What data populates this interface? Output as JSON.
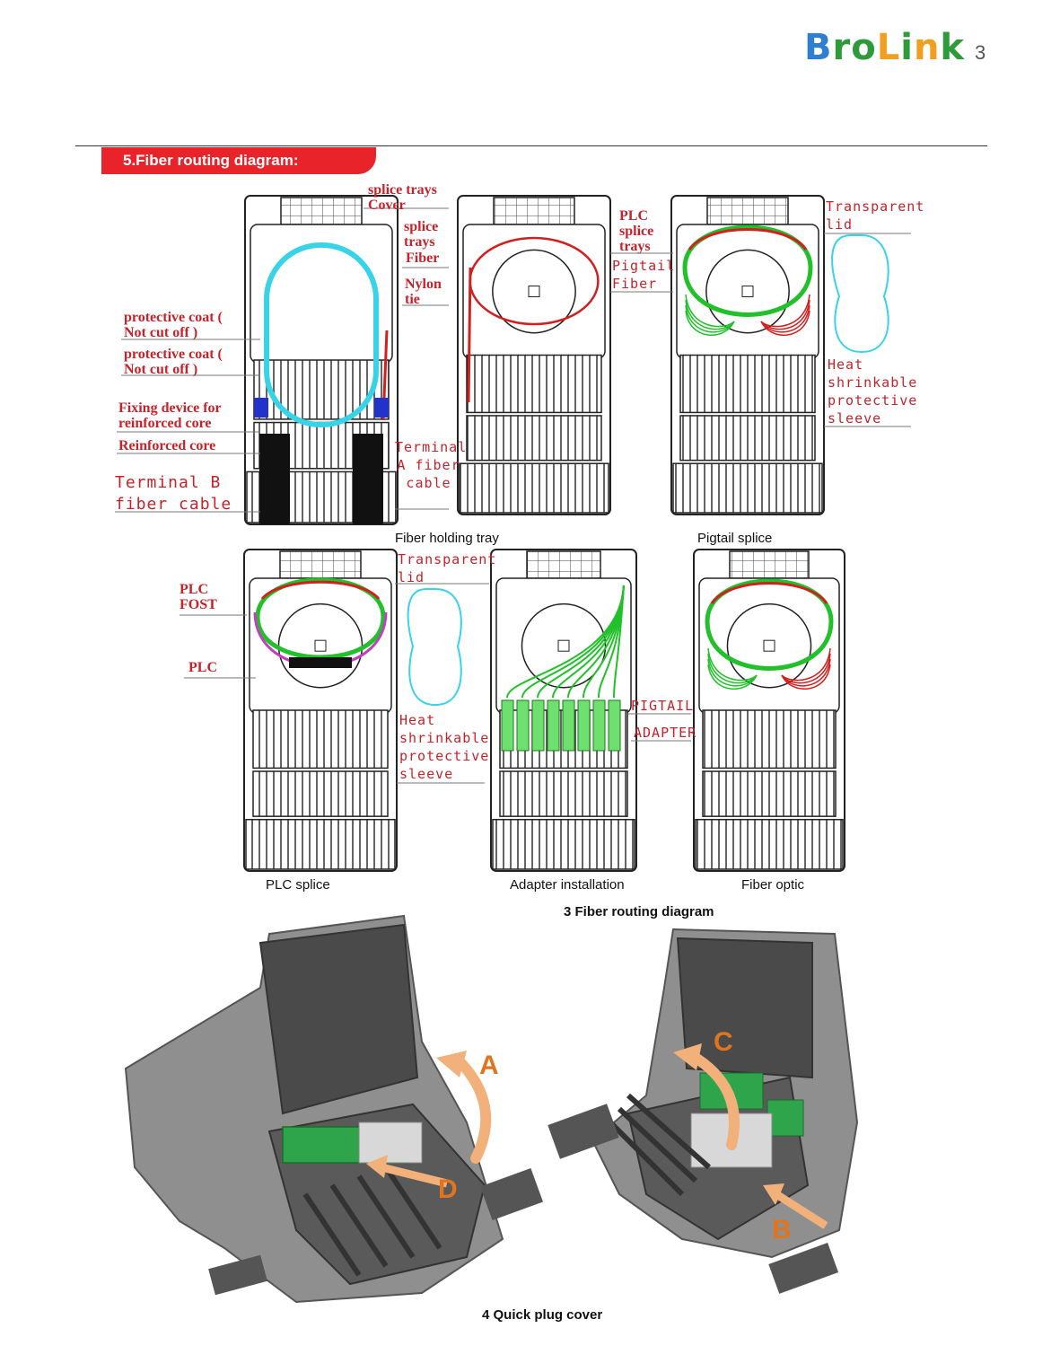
{
  "header": {
    "logo_text": "BroLink",
    "page_number": "3"
  },
  "section": {
    "title": "5.Fiber routing diagram:"
  },
  "labels": {
    "splice_trays_cover": "splice trays Cover",
    "splice_trays": "splice trays",
    "fiber": "Fiber",
    "nylon_tie": "Nylon tie",
    "protective_coat_1": "protective coat ( Not cut off )",
    "protective_coat_2": "protective coat ( Not cut off )",
    "fixing_device": "Fixing device for reinforced core",
    "reinforced_core": "Reinforced core",
    "terminal_b": "Terminal B fiber cable",
    "terminal_a": "Terminal A fiber cable",
    "plc_splice_trays": "PLC splice trays",
    "pigtail_fiber": "Pigtail Fiber",
    "transparent_lid_1": "Transparent lid",
    "heat_sleeve_1": "Heat shrinkable protective sleeve",
    "plc_fost": "PLC FOST",
    "plc": "PLC",
    "transparent_lid_2": "Transparent lid",
    "heat_sleeve_2": "Heat shrinkable protective sleeve",
    "pigtail": "PIGTAIL",
    "adapter": "ADAPTER"
  },
  "captions": {
    "fiber_holding_tray": "Fiber holding tray",
    "pigtail_splice": "Pigtail splice",
    "plc_splice": "PLC splice",
    "adapter_installation": "Adapter installation",
    "fiber_optic": "Fiber optic",
    "fig3": "3 Fiber routing diagram",
    "fig4": "4 Quick plug cover"
  },
  "photo_markers": {
    "a": "A",
    "b": "B",
    "c": "C",
    "d": "D"
  },
  "colors": {
    "accent": "#e8232a",
    "label_red": "#c4232a",
    "cyan": "#39d3e8",
    "green": "#22c02a",
    "red_fiber": "#d02020",
    "arrow": "#f2b07a"
  }
}
